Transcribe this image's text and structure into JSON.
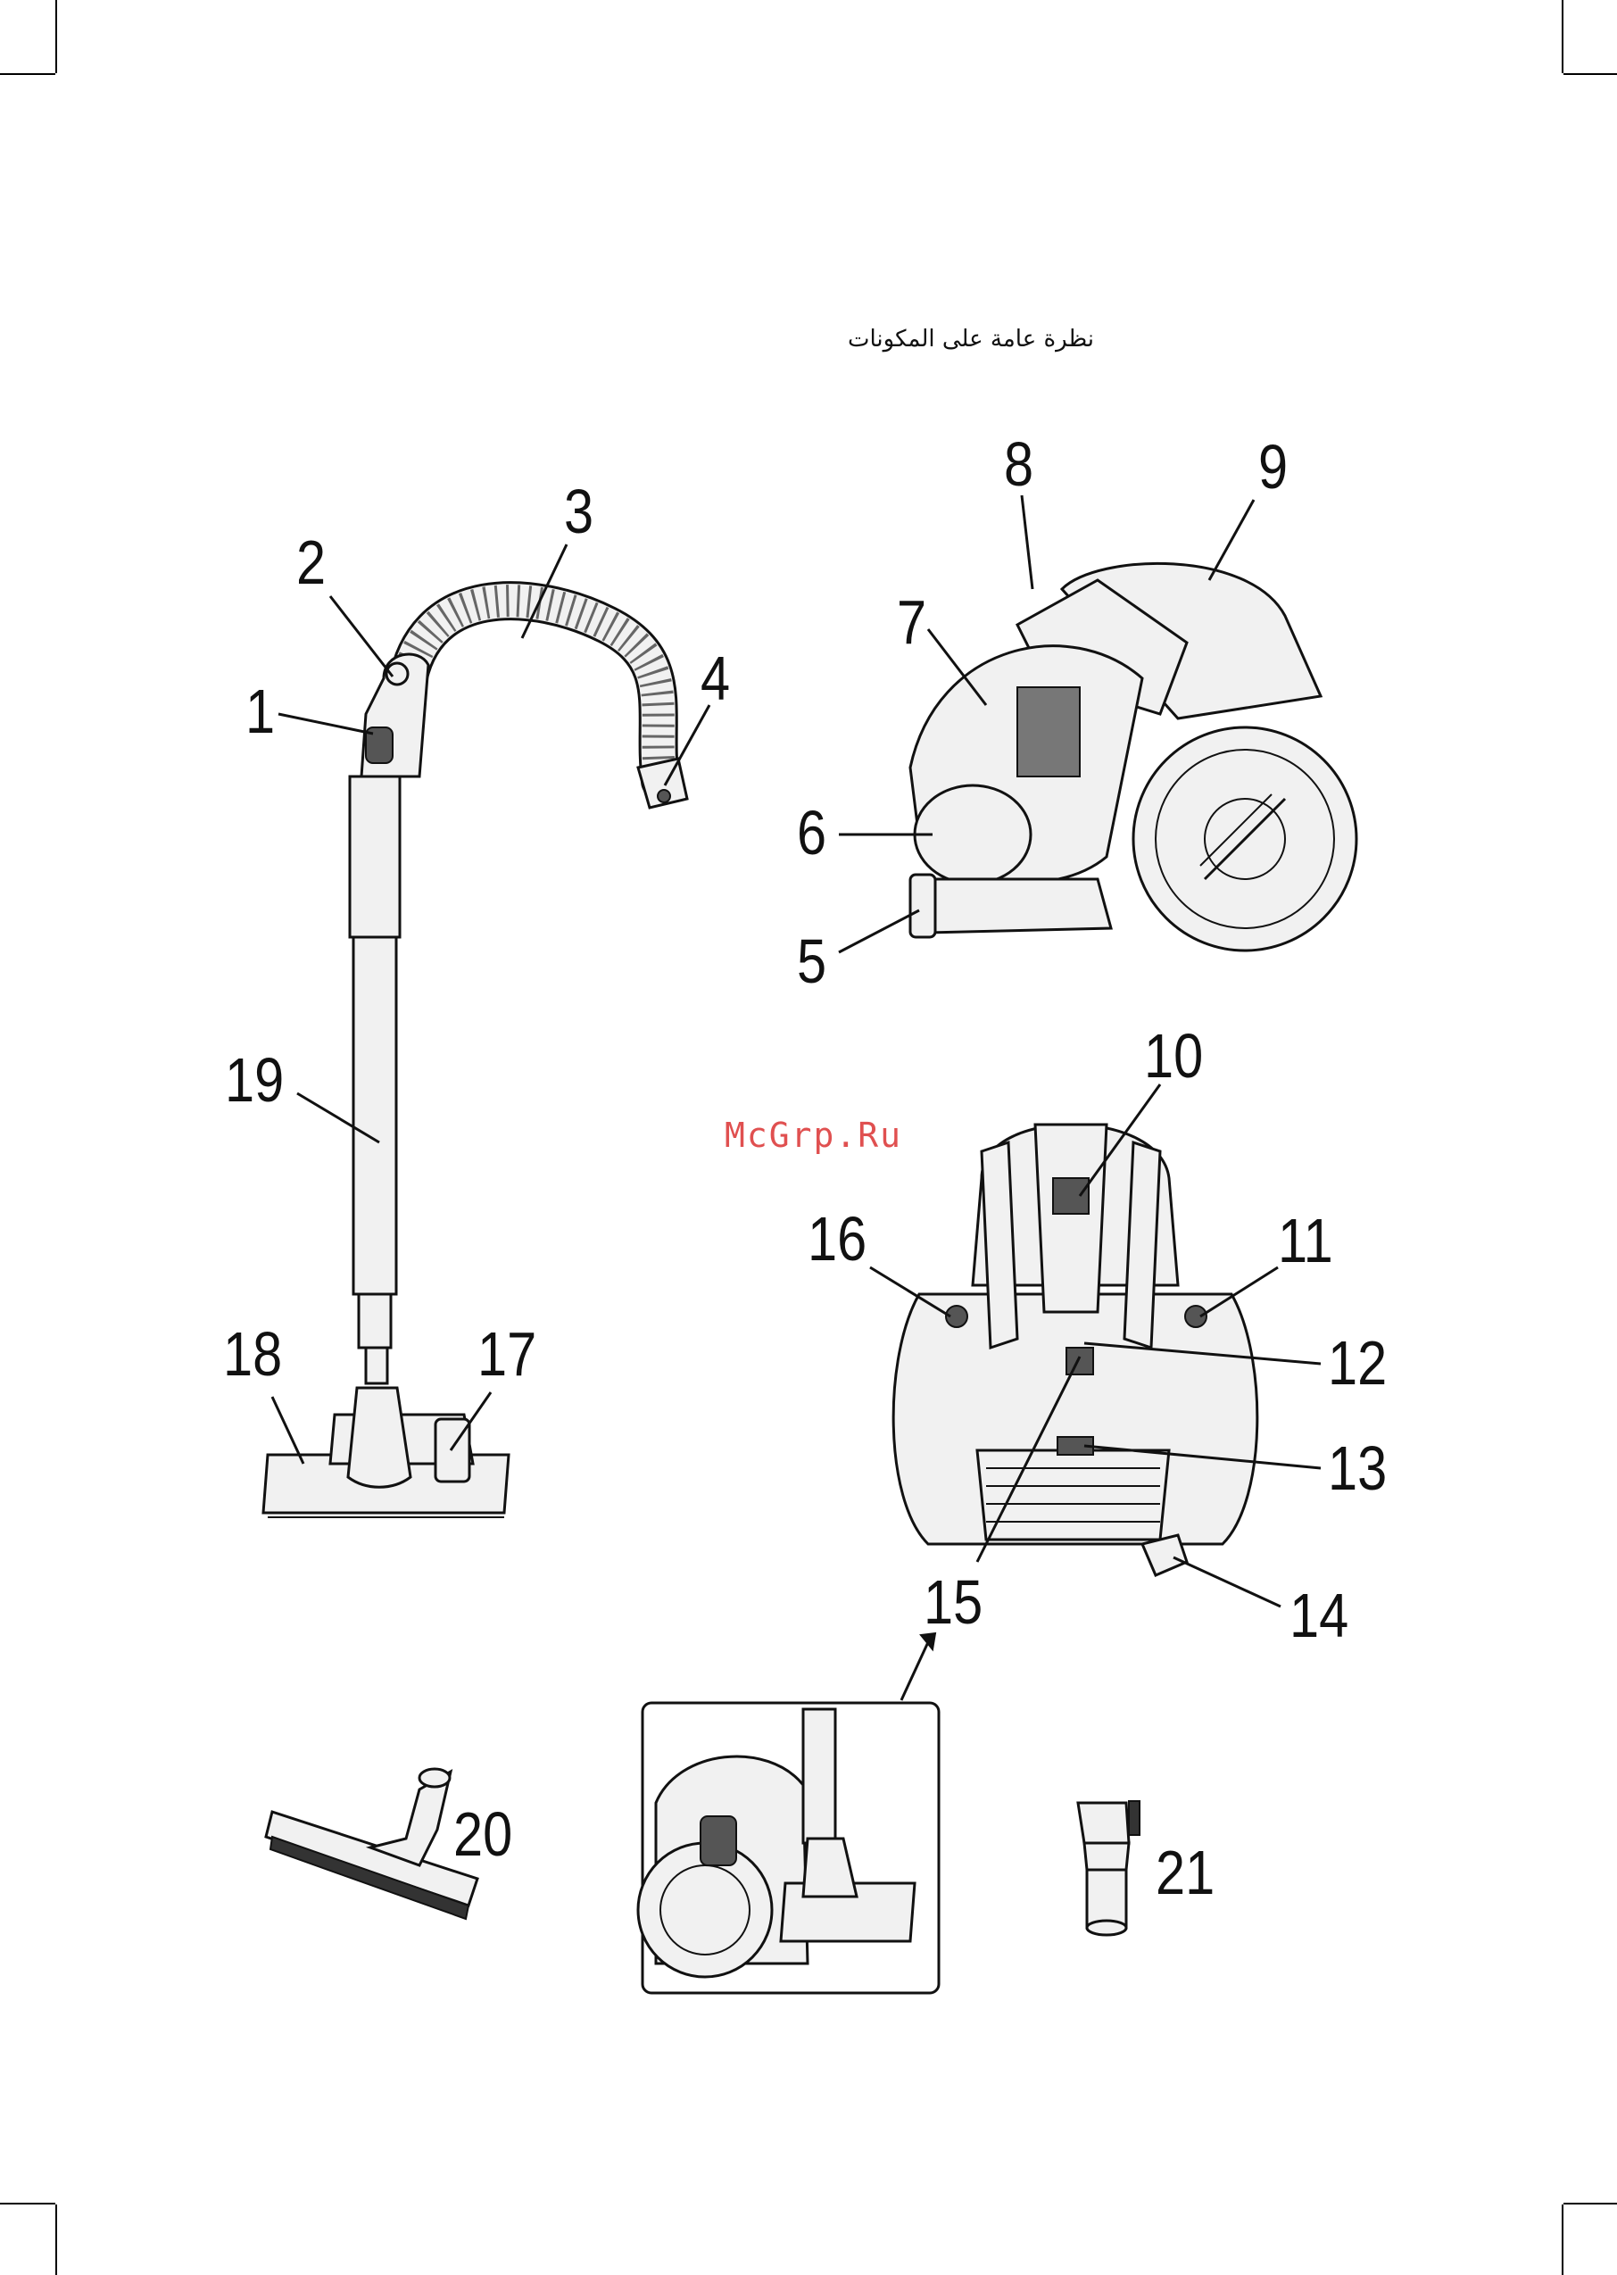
{
  "page": {
    "title": "نظرة عامة على المكونات",
    "watermark": "McGrp.Ru"
  },
  "callouts": [
    {
      "n": "1"
    },
    {
      "n": "2"
    },
    {
      "n": "3"
    },
    {
      "n": "4"
    },
    {
      "n": "5"
    },
    {
      "n": "6"
    },
    {
      "n": "7"
    },
    {
      "n": "8"
    },
    {
      "n": "9"
    },
    {
      "n": "10"
    },
    {
      "n": "11"
    },
    {
      "n": "12"
    },
    {
      "n": "13"
    },
    {
      "n": "14"
    },
    {
      "n": "15"
    },
    {
      "n": "16"
    },
    {
      "n": "17"
    },
    {
      "n": "18"
    },
    {
      "n": "19"
    },
    {
      "n": "20"
    },
    {
      "n": "21"
    }
  ],
  "icons": {
    "hose_and_tube": "hose-tube-illustration",
    "cleaner_side": "vacuum-side-illustration",
    "cleaner_rear": "vacuum-rear-illustration",
    "parking": "parking-inset-illustration",
    "parquet_brush": "parquet-brush-illustration",
    "small_brush": "dust-brush-illustration"
  }
}
